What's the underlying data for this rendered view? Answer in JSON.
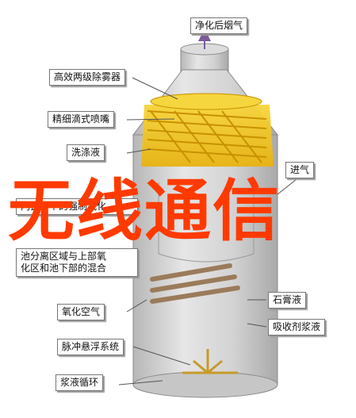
{
  "labels": {
    "clean_flue_gas": "净化后烟气",
    "high_eff_demister": "高效两级除雾器",
    "fine_spray_nozzle": "精细滴式喷嘴",
    "wash_liquid": "洗涤液",
    "gas_inlet": "进气",
    "internal_partition": "内置一个的强制氧化",
    "partition_lines": "池分离区域与上部氧\n化区和池下部的混合",
    "oxidation_air": "氧化空气",
    "gypsum_liquid": "石膏液",
    "absorbent_slurry": "吸收剂浆液",
    "pulse_suspension": "脉冲悬浮系统",
    "slurry_circulation": "浆液循环"
  },
  "overlay_text": "无线通信",
  "colors": {
    "tower": "#cfcfcf",
    "yellow_packing": "#f3c21a",
    "arrow": "#7a5a9a",
    "overlay": "#ff3a00"
  }
}
